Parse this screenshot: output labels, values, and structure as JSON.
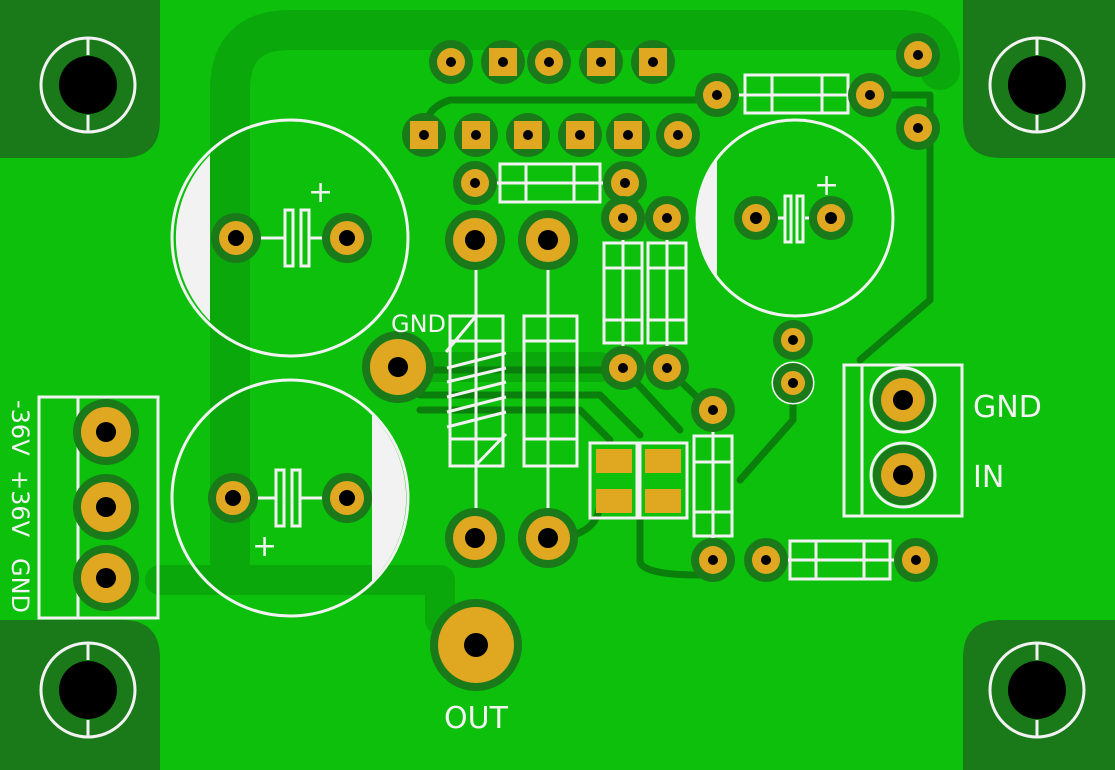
{
  "board": {
    "colors": {
      "board": "#0cc00c",
      "copper_fill": "#1a7a1a",
      "trace": "#0aa80a",
      "pad": "#e0a820",
      "silkscreen": "#f2f2f2",
      "hole": "#000000"
    }
  },
  "labels": {
    "gnd_center": "GND",
    "output": "OUT",
    "input_gnd": "GND",
    "input_in": "IN",
    "power_minus": "-36V",
    "power_plus": "+36V",
    "power_gnd": "GND",
    "cap_plus": "+"
  }
}
